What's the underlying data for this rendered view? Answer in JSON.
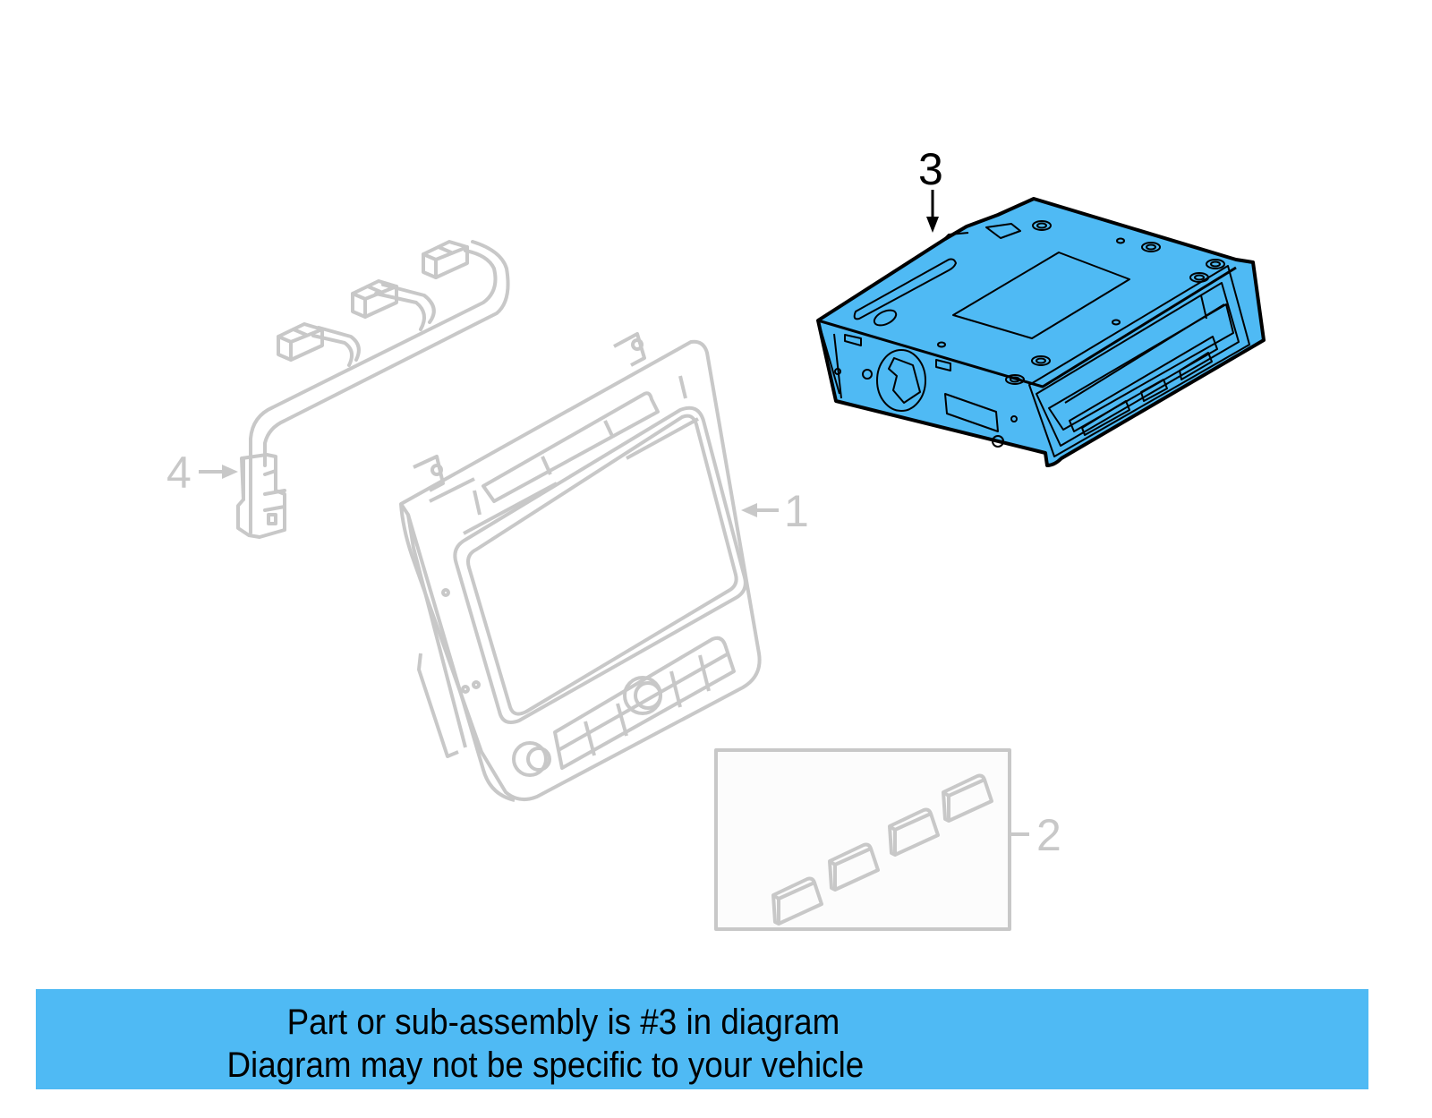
{
  "diagram": {
    "colors": {
      "highlight_fill": "#4fbaf4",
      "highlight_stroke": "#000000",
      "faded_stroke": "#c8c8c8",
      "banner_bg": "#4fbaf4"
    },
    "callouts": [
      {
        "number": "1",
        "part": "radio-head-unit-bezel",
        "highlighted": false
      },
      {
        "number": "2",
        "part": "button-caps-set",
        "highlighted": false
      },
      {
        "number": "3",
        "part": "radio-receiver-module",
        "highlighted": true
      },
      {
        "number": "4",
        "part": "wiring-harness",
        "highlighted": false
      }
    ]
  },
  "banner": {
    "line1": "Part or sub-assembly is #3 in diagram",
    "line2": "Diagram may not be specific to your vehicle"
  }
}
